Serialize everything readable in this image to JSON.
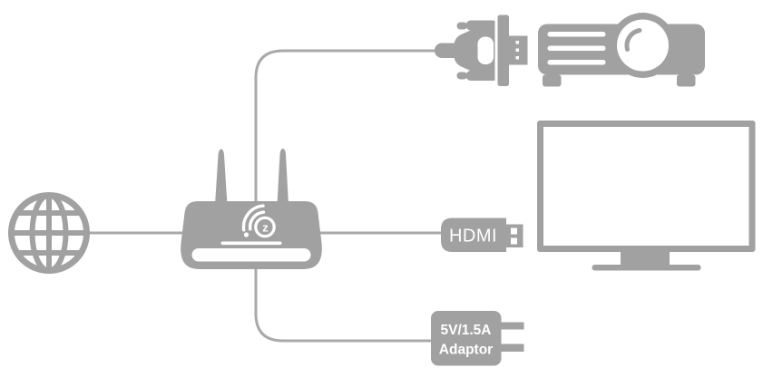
{
  "diagram": {
    "colors": {
      "shape": "#a1a1a1",
      "wire": "#a9a9a9",
      "cutout": "#ffffff",
      "label_text": "#ffffff",
      "background": "#ffffff"
    },
    "nodes": {
      "internet": {
        "icon": "globe-icon"
      },
      "receiver": {
        "icon": "wifi-receiver-box-icon",
        "logo_glyph": "z"
      },
      "vga_cable": {
        "icon": "vga-dvi-connector-icon"
      },
      "projector": {
        "icon": "projector-icon"
      },
      "tv": {
        "icon": "tv-monitor-icon"
      },
      "hdmi": {
        "icon": "hdmi-connector-icon",
        "label": "HDMI"
      },
      "power_adaptor": {
        "icon": "power-adaptor-icon",
        "label_line1": "5V/1.5A",
        "label_line2": "Adaptor"
      }
    },
    "connections": [
      {
        "from": "internet",
        "to": "receiver"
      },
      {
        "from": "receiver",
        "to": "vga_cable"
      },
      {
        "from": "receiver",
        "to": "hdmi"
      },
      {
        "from": "receiver",
        "to": "power_adaptor"
      }
    ]
  }
}
